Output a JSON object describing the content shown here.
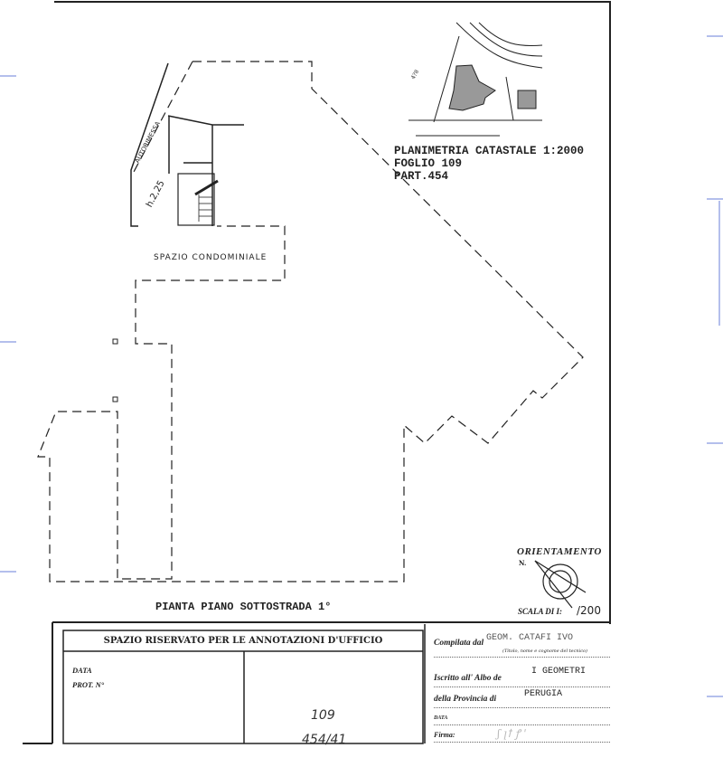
{
  "cadastral_map": {
    "title": "PLANIMETRIA CATASTALE 1:2000",
    "foglio": "FOGLIO 109",
    "particella": "PART.454"
  },
  "floor_plan": {
    "room_label": "SPAZIO CONDOMINIALE",
    "garage_label": "AUTORIMESSA",
    "height_label": "h.2,25",
    "plan_title": "PIANTA PIANO SOTTOSTRADA 1°"
  },
  "orientation": {
    "label": "ORIENTAMENTO",
    "north": "N.",
    "scale_label": "SCALA DI I:",
    "scale_value": "/200"
  },
  "office_box": {
    "header": "SPAZIO RISERVATO PER LE ANNOTAZIONI D'UFFICIO",
    "data_label": "DATA",
    "prot_label": "PROT. N°",
    "handwritten_1": "109",
    "handwritten_2": "454/41"
  },
  "technician": {
    "compilata_label": "Compilata dal",
    "compilata_value": "GEOM. CATAFI IVO",
    "compilata_hint": "(Titolo, nome e cognome del tecnico)",
    "iscritto_label": "Iscritto all' Albo de",
    "iscritto_value": "I GEOMETRI",
    "provincia_label": "della Provincia di",
    "provincia_value": "PERUGIA",
    "data_label": "DATA",
    "firma_label": "Firma:"
  }
}
